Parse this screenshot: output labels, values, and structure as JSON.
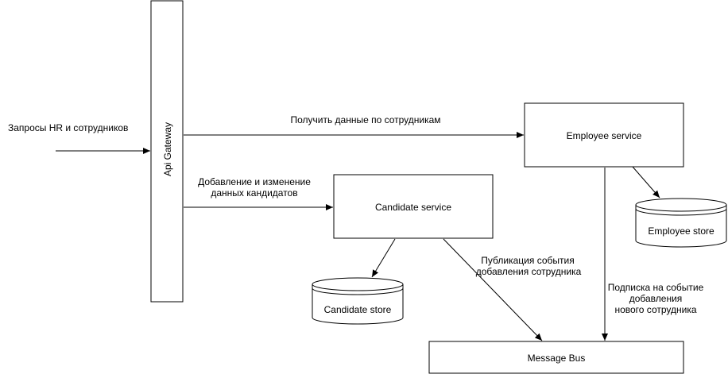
{
  "nodes": {
    "api_gateway": "Api Gateway",
    "employee_service": "Employee service",
    "candidate_service": "Candidate service",
    "employee_store": "Employee store",
    "candidate_store": "Candidate store",
    "message_bus": "Message Bus"
  },
  "edges": {
    "requests": "Запросы HR и сотрудников",
    "get_employee_data": "Получить данные по сотрудникам",
    "add_edit_candidates": {
      "line1": "Добавление и изменение",
      "line2": "данных кандидатов"
    },
    "publish_event": {
      "line1": "Публикация события",
      "line2": "добавления сотрудника"
    },
    "subscribe_event": {
      "line1": "Подписка на событие",
      "line2": "добавления",
      "line3": "нового сотрудника"
    }
  }
}
